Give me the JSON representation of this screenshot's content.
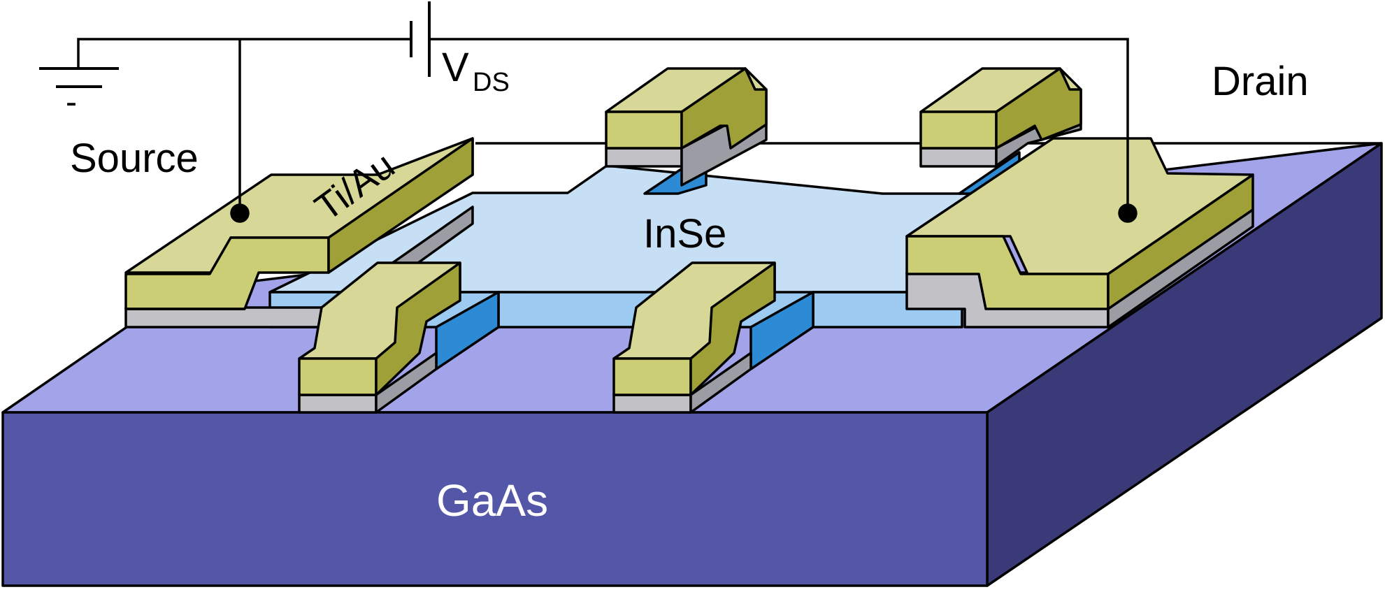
{
  "labels": {
    "source": "Source",
    "drain": "Drain",
    "v_main": "V",
    "v_sub": "DS",
    "contact_material": "Ti/Au",
    "flake_material": "InSe",
    "substrate_material": "GaAs",
    "ground_sign": "-"
  },
  "colors": {
    "substrate_top": "#a3a3ea",
    "substrate_front": "#5457a7",
    "substrate_side": "#3b3a78",
    "inse_top": "#c6dff5",
    "inse_side": "#9ccaf0",
    "inse_edge_dark": "#2d8bd6",
    "gold_top": "#d7d898",
    "gold_front": "#ccce76",
    "gold_side": "#a0a038",
    "ti_layer": "#c2c2c6",
    "ti_side": "#9c9ca4",
    "outline": "#000000"
  }
}
